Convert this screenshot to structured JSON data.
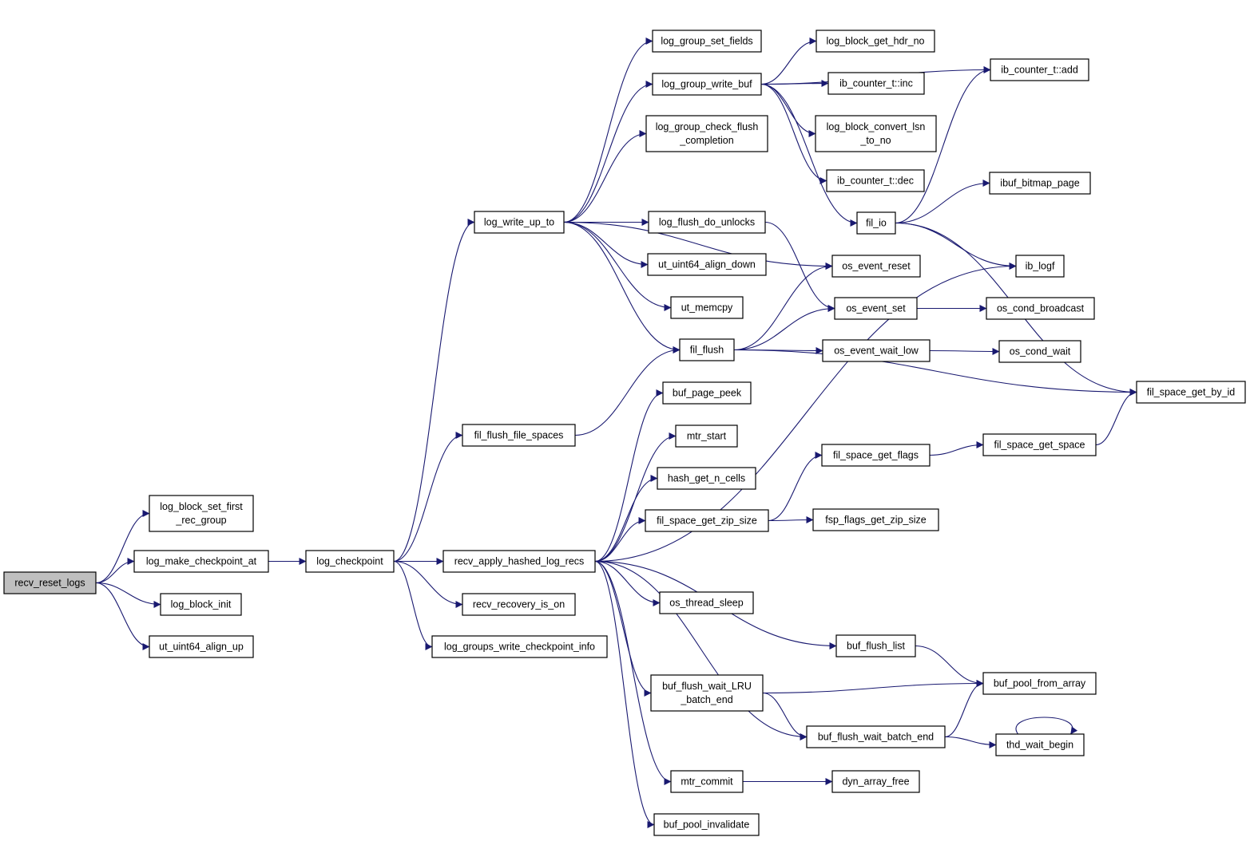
{
  "diagram": {
    "type": "call-graph",
    "root": "recv_reset_logs",
    "colors": {
      "edge": "#191970",
      "node_border": "#000000",
      "root_fill": "#bfbfbf",
      "node_fill": "#ffffff"
    },
    "nodes": [
      {
        "id": "recv_reset_logs",
        "label": "recv_reset_logs"
      },
      {
        "id": "log_block_set_first_rec_group",
        "label": "log_block_set_first\n_rec_group"
      },
      {
        "id": "log_make_checkpoint_at",
        "label": "log_make_checkpoint_at"
      },
      {
        "id": "log_block_init",
        "label": "log_block_init"
      },
      {
        "id": "ut_uint64_align_up",
        "label": "ut_uint64_align_up"
      },
      {
        "id": "log_checkpoint",
        "label": "log_checkpoint"
      },
      {
        "id": "log_write_up_to",
        "label": "log_write_up_to"
      },
      {
        "id": "fil_flush_file_spaces",
        "label": "fil_flush_file_spaces"
      },
      {
        "id": "recv_apply_hashed_log_recs",
        "label": "recv_apply_hashed_log_recs"
      },
      {
        "id": "recv_recovery_is_on",
        "label": "recv_recovery_is_on"
      },
      {
        "id": "log_groups_write_checkpoint_info",
        "label": "log_groups_write_checkpoint_info"
      },
      {
        "id": "log_group_set_fields",
        "label": "log_group_set_fields"
      },
      {
        "id": "log_group_write_buf",
        "label": "log_group_write_buf"
      },
      {
        "id": "log_group_check_flush_completion",
        "label": "log_group_check_flush\n_completion"
      },
      {
        "id": "log_flush_do_unlocks",
        "label": "log_flush_do_unlocks"
      },
      {
        "id": "ut_uint64_align_down",
        "label": "ut_uint64_align_down"
      },
      {
        "id": "ut_memcpy",
        "label": "ut_memcpy"
      },
      {
        "id": "fil_flush",
        "label": "fil_flush"
      },
      {
        "id": "buf_page_peek",
        "label": "buf_page_peek"
      },
      {
        "id": "mtr_start",
        "label": "mtr_start"
      },
      {
        "id": "hash_get_n_cells",
        "label": "hash_get_n_cells"
      },
      {
        "id": "fil_space_get_zip_size",
        "label": "fil_space_get_zip_size"
      },
      {
        "id": "os_thread_sleep",
        "label": "os_thread_sleep"
      },
      {
        "id": "buf_flush_wait_LRU_batch_end",
        "label": "buf_flush_wait_LRU\n_batch_end"
      },
      {
        "id": "mtr_commit",
        "label": "mtr_commit"
      },
      {
        "id": "buf_pool_invalidate",
        "label": "buf_pool_invalidate"
      },
      {
        "id": "log_block_get_hdr_no",
        "label": "log_block_get_hdr_no"
      },
      {
        "id": "ib_counter_t_inc",
        "label": "ib_counter_t::inc"
      },
      {
        "id": "log_block_convert_lsn_to_no",
        "label": "log_block_convert_lsn\n_to_no"
      },
      {
        "id": "ib_counter_t_dec",
        "label": "ib_counter_t::dec"
      },
      {
        "id": "fil_io",
        "label": "fil_io"
      },
      {
        "id": "os_event_reset",
        "label": "os_event_reset"
      },
      {
        "id": "os_event_set",
        "label": "os_event_set"
      },
      {
        "id": "os_event_wait_low",
        "label": "os_event_wait_low"
      },
      {
        "id": "fil_space_get_flags",
        "label": "fil_space_get_flags"
      },
      {
        "id": "fsp_flags_get_zip_size",
        "label": "fsp_flags_get_zip_size"
      },
      {
        "id": "buf_flush_list",
        "label": "buf_flush_list"
      },
      {
        "id": "buf_flush_wait_batch_end",
        "label": "buf_flush_wait_batch_end"
      },
      {
        "id": "dyn_array_free",
        "label": "dyn_array_free"
      },
      {
        "id": "ib_counter_t_add",
        "label": "ib_counter_t::add"
      },
      {
        "id": "ibuf_bitmap_page",
        "label": "ibuf_bitmap_page"
      },
      {
        "id": "ib_logf",
        "label": "ib_logf"
      },
      {
        "id": "os_cond_broadcast",
        "label": "os_cond_broadcast"
      },
      {
        "id": "os_cond_wait",
        "label": "os_cond_wait"
      },
      {
        "id": "fil_space_get_space",
        "label": "fil_space_get_space"
      },
      {
        "id": "fil_space_get_by_id",
        "label": "fil_space_get_by_id"
      },
      {
        "id": "buf_pool_from_array",
        "label": "buf_pool_from_array"
      },
      {
        "id": "thd_wait_begin",
        "label": "thd_wait_begin"
      }
    ],
    "edges": [
      [
        "recv_reset_logs",
        "log_block_set_first_rec_group"
      ],
      [
        "recv_reset_logs",
        "log_make_checkpoint_at"
      ],
      [
        "recv_reset_logs",
        "log_block_init"
      ],
      [
        "recv_reset_logs",
        "ut_uint64_align_up"
      ],
      [
        "log_make_checkpoint_at",
        "log_checkpoint"
      ],
      [
        "log_checkpoint",
        "log_write_up_to"
      ],
      [
        "log_checkpoint",
        "fil_flush_file_spaces"
      ],
      [
        "log_checkpoint",
        "recv_apply_hashed_log_recs"
      ],
      [
        "log_checkpoint",
        "recv_recovery_is_on"
      ],
      [
        "log_checkpoint",
        "log_groups_write_checkpoint_info"
      ],
      [
        "log_write_up_to",
        "log_group_set_fields"
      ],
      [
        "log_write_up_to",
        "log_group_write_buf"
      ],
      [
        "log_write_up_to",
        "log_group_check_flush_completion"
      ],
      [
        "log_write_up_to",
        "log_flush_do_unlocks"
      ],
      [
        "log_write_up_to",
        "ut_uint64_align_down"
      ],
      [
        "log_write_up_to",
        "ut_memcpy"
      ],
      [
        "log_write_up_to",
        "fil_flush"
      ],
      [
        "log_write_up_to",
        "os_event_reset"
      ],
      [
        "fil_flush_file_spaces",
        "fil_flush"
      ],
      [
        "log_group_write_buf",
        "log_block_get_hdr_no"
      ],
      [
        "log_group_write_buf",
        "ib_counter_t_inc"
      ],
      [
        "log_group_write_buf",
        "log_block_convert_lsn_to_no"
      ],
      [
        "log_group_write_buf",
        "ib_counter_t_dec"
      ],
      [
        "log_group_write_buf",
        "fil_io"
      ],
      [
        "log_group_write_buf",
        "ib_counter_t_add"
      ],
      [
        "log_flush_do_unlocks",
        "os_event_set"
      ],
      [
        "fil_flush",
        "os_event_reset"
      ],
      [
        "fil_flush",
        "os_event_set"
      ],
      [
        "fil_flush",
        "os_event_wait_low"
      ],
      [
        "fil_flush",
        "fil_space_get_by_id"
      ],
      [
        "fil_io",
        "ib_counter_t_add"
      ],
      [
        "fil_io",
        "ibuf_bitmap_page"
      ],
      [
        "fil_io",
        "ib_logf"
      ],
      [
        "fil_io",
        "fil_space_get_by_id"
      ],
      [
        "os_event_set",
        "os_cond_broadcast"
      ],
      [
        "os_event_wait_low",
        "os_cond_wait"
      ],
      [
        "recv_apply_hashed_log_recs",
        "buf_page_peek"
      ],
      [
        "recv_apply_hashed_log_recs",
        "mtr_start"
      ],
      [
        "recv_apply_hashed_log_recs",
        "hash_get_n_cells"
      ],
      [
        "recv_apply_hashed_log_recs",
        "fil_space_get_zip_size"
      ],
      [
        "recv_apply_hashed_log_recs",
        "ib_logf"
      ],
      [
        "recv_apply_hashed_log_recs",
        "os_thread_sleep"
      ],
      [
        "recv_apply_hashed_log_recs",
        "buf_flush_list"
      ],
      [
        "recv_apply_hashed_log_recs",
        "buf_flush_wait_LRU_batch_end"
      ],
      [
        "recv_apply_hashed_log_recs",
        "buf_flush_wait_batch_end"
      ],
      [
        "recv_apply_hashed_log_recs",
        "mtr_commit"
      ],
      [
        "recv_apply_hashed_log_recs",
        "buf_pool_invalidate"
      ],
      [
        "fil_space_get_zip_size",
        "fil_space_get_flags"
      ],
      [
        "fil_space_get_zip_size",
        "fsp_flags_get_zip_size"
      ],
      [
        "fil_space_get_flags",
        "fil_space_get_space"
      ],
      [
        "fil_space_get_space",
        "fil_space_get_by_id"
      ],
      [
        "buf_flush_list",
        "buf_pool_from_array"
      ],
      [
        "buf_flush_wait_LRU_batch_end",
        "buf_pool_from_array"
      ],
      [
        "buf_flush_wait_LRU_batch_end",
        "buf_flush_wait_batch_end"
      ],
      [
        "buf_flush_wait_batch_end",
        "buf_pool_from_array"
      ],
      [
        "buf_flush_wait_batch_end",
        "thd_wait_begin"
      ],
      [
        "thd_wait_begin",
        "thd_wait_begin"
      ],
      [
        "mtr_commit",
        "dyn_array_free"
      ]
    ]
  }
}
